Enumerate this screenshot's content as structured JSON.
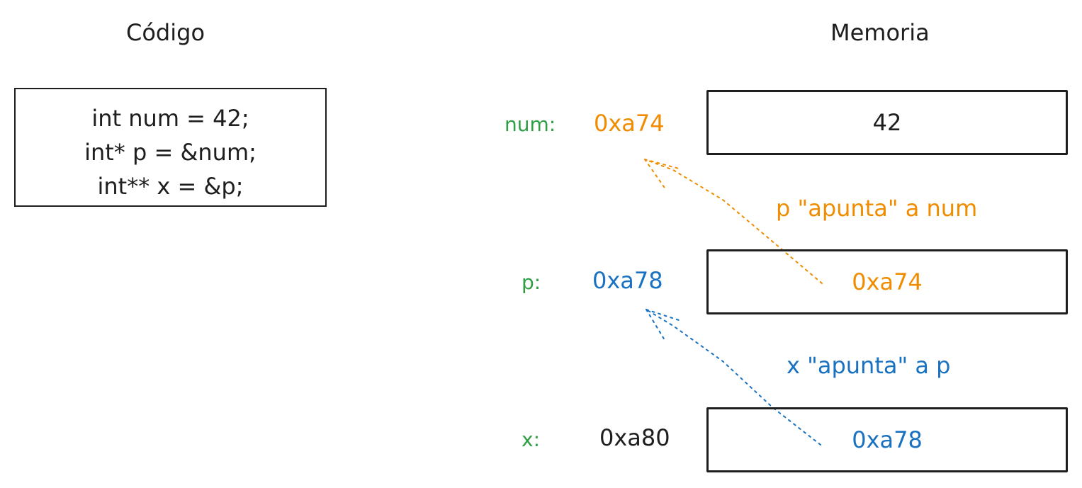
{
  "headings": {
    "code": "Código",
    "memory": "Memoria"
  },
  "code_lines": [
    "int num = 42;",
    "int* p = &num;",
    "int** x = &p;"
  ],
  "variables": [
    {
      "label": "num:",
      "address": "0xa74",
      "value": "42"
    },
    {
      "label": "p:",
      "address": "0xa78",
      "value": "0xa74"
    },
    {
      "label": "x:",
      "address": "0xa80",
      "value": "0xa78"
    }
  ],
  "annotations": {
    "p_points": "p \"apunta\" a num",
    "x_points": "x \"apunta\" a p"
  },
  "colors": {
    "label": "#2f9e44",
    "p_pointer": "#f08c00",
    "x_pointer": "#1971c2",
    "ink": "#1e1e1e"
  }
}
